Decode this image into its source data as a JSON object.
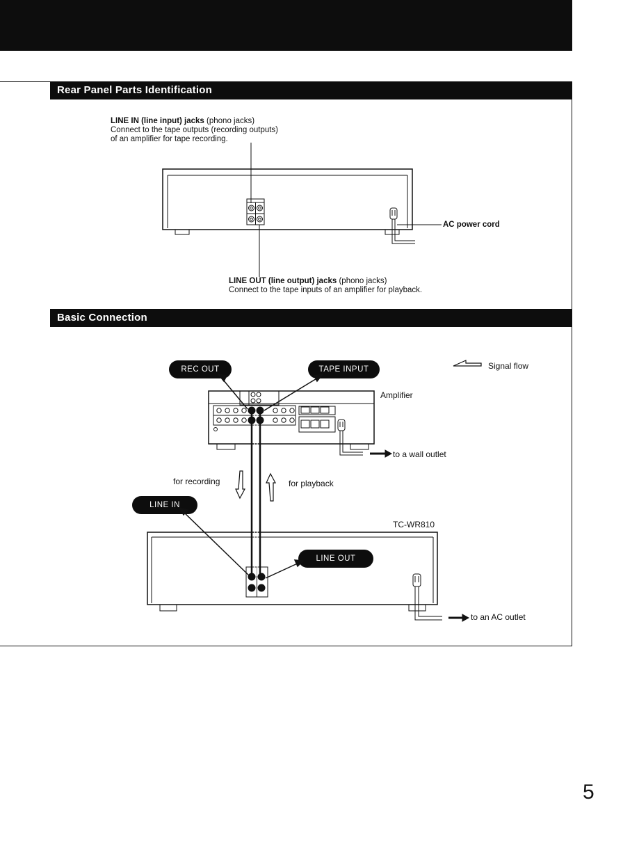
{
  "sections": {
    "rear_panel": {
      "title": "Rear Panel Parts Identification"
    },
    "basic_connection": {
      "title": "Basic Connection"
    }
  },
  "rear_panel": {
    "line_in": {
      "term": "LINE IN (line input) jacks",
      "type": "(phono jacks)",
      "desc1": "Connect to the tape outputs (recording outputs)",
      "desc2": "of an amplifier for tape recording."
    },
    "line_out": {
      "term": "LINE OUT (line output) jacks",
      "type": "(phono jacks)",
      "desc": "Connect to the tape inputs of an amplifier for playback."
    },
    "ac_power_cord": "AC power cord"
  },
  "connection": {
    "rec_out": "REC OUT",
    "tape_input": "TAPE INPUT",
    "signal_flow": "Signal flow",
    "amplifier": "Amplifier",
    "to_wall_outlet": "to a wall outlet",
    "for_recording": "for recording",
    "for_playback": "for playback",
    "line_in": "LINE IN",
    "model": "TC-WR810",
    "line_out": "LINE OUT",
    "to_ac_outlet": "to an AC outlet"
  },
  "page_number": "5"
}
